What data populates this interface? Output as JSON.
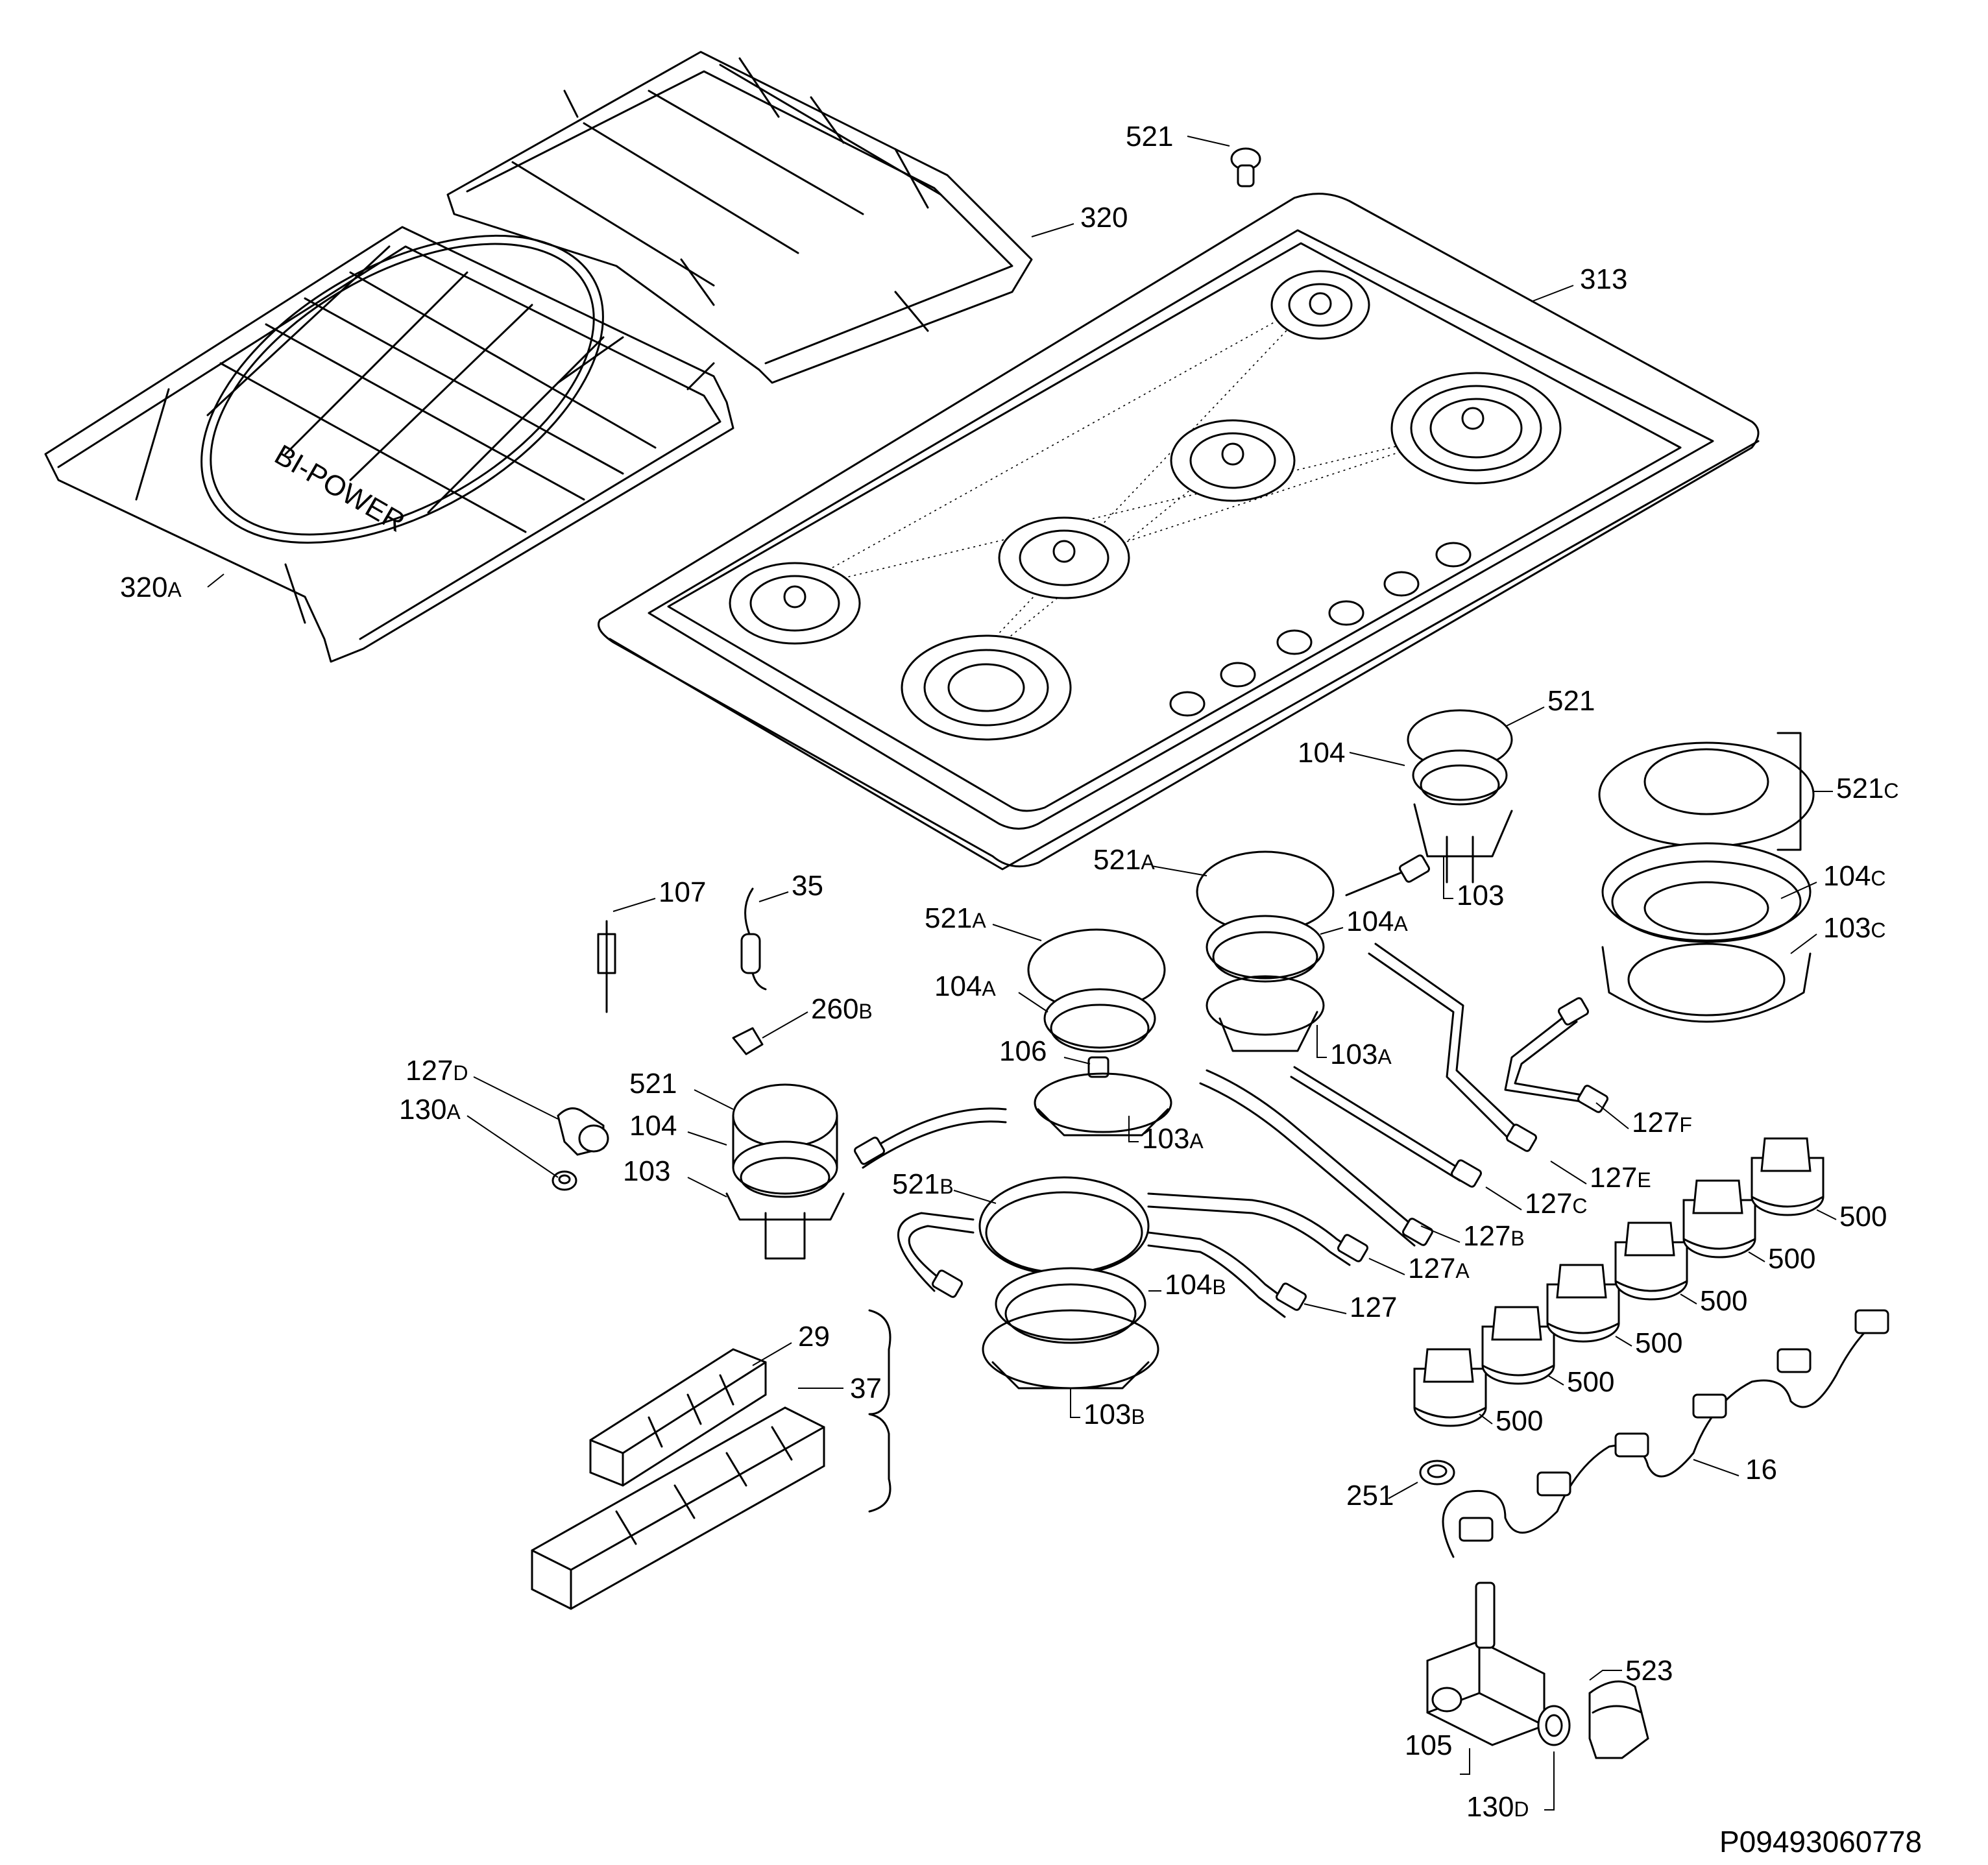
{
  "diagram": {
    "grate_text": "BI-POWER",
    "drawing_code": "P09493060778",
    "labels": [
      {
        "id": "l-521-screw",
        "main": "521",
        "sub": ""
      },
      {
        "id": "l-320",
        "main": "320",
        "sub": ""
      },
      {
        "id": "l-313",
        "main": "313",
        "sub": ""
      },
      {
        "id": "l-320a",
        "main": "320",
        "sub": "A"
      },
      {
        "id": "l-521-r",
        "main": "521",
        "sub": ""
      },
      {
        "id": "l-104-r",
        "main": "104",
        "sub": ""
      },
      {
        "id": "l-103-r",
        "main": "103",
        "sub": ""
      },
      {
        "id": "l-521c",
        "main": "521",
        "sub": "C"
      },
      {
        "id": "l-104c",
        "main": "104",
        "sub": "C"
      },
      {
        "id": "l-103c",
        "main": "103",
        "sub": "C"
      },
      {
        "id": "l-521a-1",
        "main": "521",
        "sub": "A"
      },
      {
        "id": "l-104a-1",
        "main": "104",
        "sub": "A"
      },
      {
        "id": "l-103a-1",
        "main": "103",
        "sub": "A"
      },
      {
        "id": "l-521a-2",
        "main": "521",
        "sub": "A"
      },
      {
        "id": "l-104a-2",
        "main": "104",
        "sub": "A"
      },
      {
        "id": "l-106",
        "main": "106",
        "sub": ""
      },
      {
        "id": "l-103a-2",
        "main": "103",
        "sub": "A"
      },
      {
        "id": "l-107",
        "main": "107",
        "sub": ""
      },
      {
        "id": "l-35",
        "main": "35",
        "sub": ""
      },
      {
        "id": "l-260b",
        "main": "260",
        "sub": "B"
      },
      {
        "id": "l-127d",
        "main": "127",
        "sub": "D"
      },
      {
        "id": "l-130a",
        "main": "130",
        "sub": "A"
      },
      {
        "id": "l-521-l",
        "main": "521",
        "sub": ""
      },
      {
        "id": "l-104-l",
        "main": "104",
        "sub": ""
      },
      {
        "id": "l-103-l",
        "main": "103",
        "sub": ""
      },
      {
        "id": "l-521b",
        "main": "521",
        "sub": "B"
      },
      {
        "id": "l-104b",
        "main": "104",
        "sub": "B"
      },
      {
        "id": "l-103b",
        "main": "103",
        "sub": "B"
      },
      {
        "id": "l-127f",
        "main": "127",
        "sub": "F"
      },
      {
        "id": "l-127e",
        "main": "127",
        "sub": "E"
      },
      {
        "id": "l-127c",
        "main": "127",
        "sub": "C"
      },
      {
        "id": "l-127b",
        "main": "127",
        "sub": "B"
      },
      {
        "id": "l-127a",
        "main": "127",
        "sub": "A"
      },
      {
        "id": "l-127",
        "main": "127",
        "sub": ""
      },
      {
        "id": "l-500-1",
        "main": "500",
        "sub": ""
      },
      {
        "id": "l-500-2",
        "main": "500",
        "sub": ""
      },
      {
        "id": "l-500-3",
        "main": "500",
        "sub": ""
      },
      {
        "id": "l-500-4",
        "main": "500",
        "sub": ""
      },
      {
        "id": "l-500-5",
        "main": "500",
        "sub": ""
      },
      {
        "id": "l-500-6",
        "main": "500",
        "sub": ""
      },
      {
        "id": "l-29",
        "main": "29",
        "sub": ""
      },
      {
        "id": "l-37",
        "main": "37",
        "sub": ""
      },
      {
        "id": "l-251",
        "main": "251",
        "sub": ""
      },
      {
        "id": "l-16",
        "main": "16",
        "sub": ""
      },
      {
        "id": "l-523",
        "main": "523",
        "sub": ""
      },
      {
        "id": "l-105",
        "main": "105",
        "sub": ""
      },
      {
        "id": "l-130d",
        "main": "130",
        "sub": "D"
      }
    ]
  }
}
